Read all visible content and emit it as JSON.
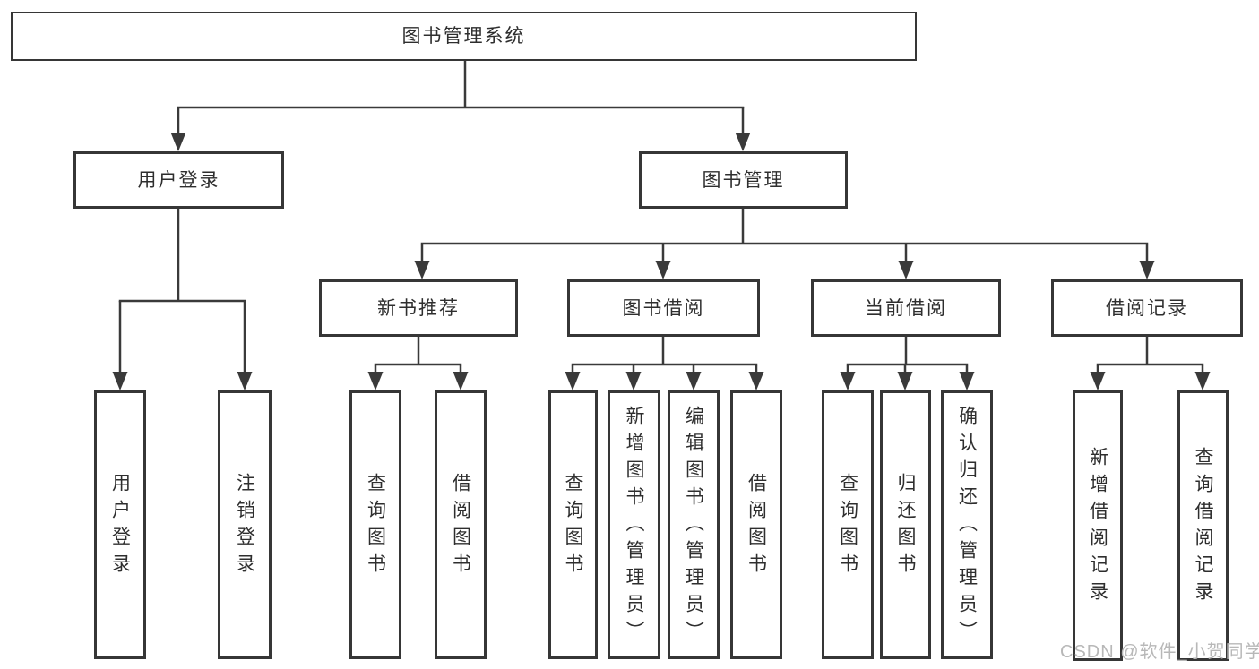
{
  "tree": {
    "label": "图书管理系统",
    "children": [
      {
        "label": "用户登录",
        "children": [
          {
            "label": "用户登录"
          },
          {
            "label": "注销登录"
          }
        ]
      },
      {
        "label": "图书管理",
        "children": [
          {
            "label": "新书推荐",
            "children": [
              {
                "label": "查询图书"
              },
              {
                "label": "借阅图书"
              }
            ]
          },
          {
            "label": "图书借阅",
            "children": [
              {
                "label": "查询图书"
              },
              {
                "label": "新增图书（管理员）"
              },
              {
                "label": "编辑图书（管理员）"
              },
              {
                "label": "借阅图书"
              }
            ]
          },
          {
            "label": "当前借阅",
            "children": [
              {
                "label": "查询图书"
              },
              {
                "label": "归还图书"
              },
              {
                "label": "确认归还（管理员）"
              }
            ]
          },
          {
            "label": "借阅记录",
            "children": [
              {
                "label": "新增借阅记录"
              },
              {
                "label": "查询借阅记录"
              }
            ]
          }
        ]
      }
    ]
  },
  "watermark": {
    "text": "CSDN @软件_小贺同学"
  },
  "colors": {
    "line": "#3a3a3a",
    "border": "#363636",
    "text": "#2e2e2e",
    "watermark": "#b8b8b8",
    "background": "#ffffff"
  }
}
